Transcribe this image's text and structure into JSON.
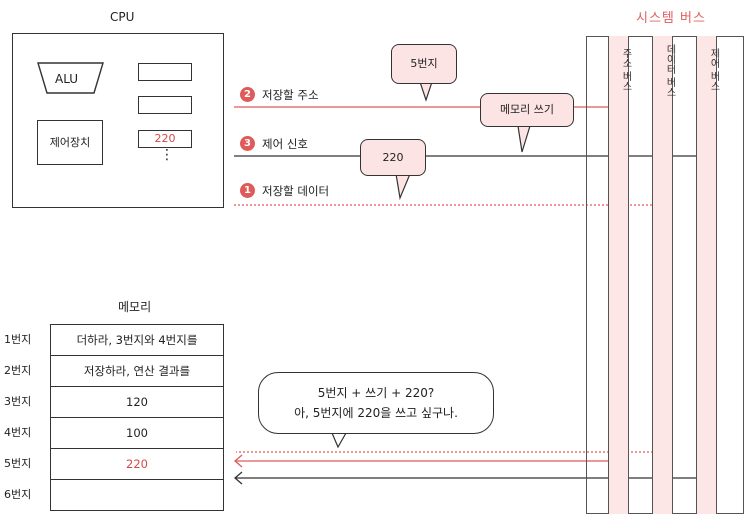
{
  "cpu": {
    "title": "CPU",
    "alu_label": "ALU",
    "control_unit_label": "제어장치",
    "register_value": "220",
    "ellipsis": "⋮"
  },
  "system_bus": {
    "title": "시스템 버스",
    "lanes": [
      "주소 버스",
      "데이터 버스",
      "제어 버스"
    ]
  },
  "signals": [
    {
      "num": "2",
      "label": "저장할 주소"
    },
    {
      "num": "3",
      "label": "제어 신호"
    },
    {
      "num": "1",
      "label": "저장할 데이터"
    }
  ],
  "bubbles": {
    "address": "5번지",
    "write": "메모리 쓰기",
    "data": "220"
  },
  "memory": {
    "title": "메모리",
    "rows": [
      {
        "addr": "1번지",
        "value": "더하라, 3번지와 4번지를"
      },
      {
        "addr": "2번지",
        "value": "저장하라, 연산 결과를"
      },
      {
        "addr": "3번지",
        "value": "120"
      },
      {
        "addr": "4번지",
        "value": "100"
      },
      {
        "addr": "5번지",
        "value": "220"
      },
      {
        "addr": "6번지",
        "value": ""
      }
    ]
  },
  "speech": {
    "line1": "5번지 + 쓰기 + 220?",
    "line2": "아, 5번지에 220을 쓰고 싶구나."
  },
  "colors": {
    "accent": "#e05a5a",
    "bus_fill": "#fde6e6",
    "bubble_fill": "#fde4e4"
  }
}
